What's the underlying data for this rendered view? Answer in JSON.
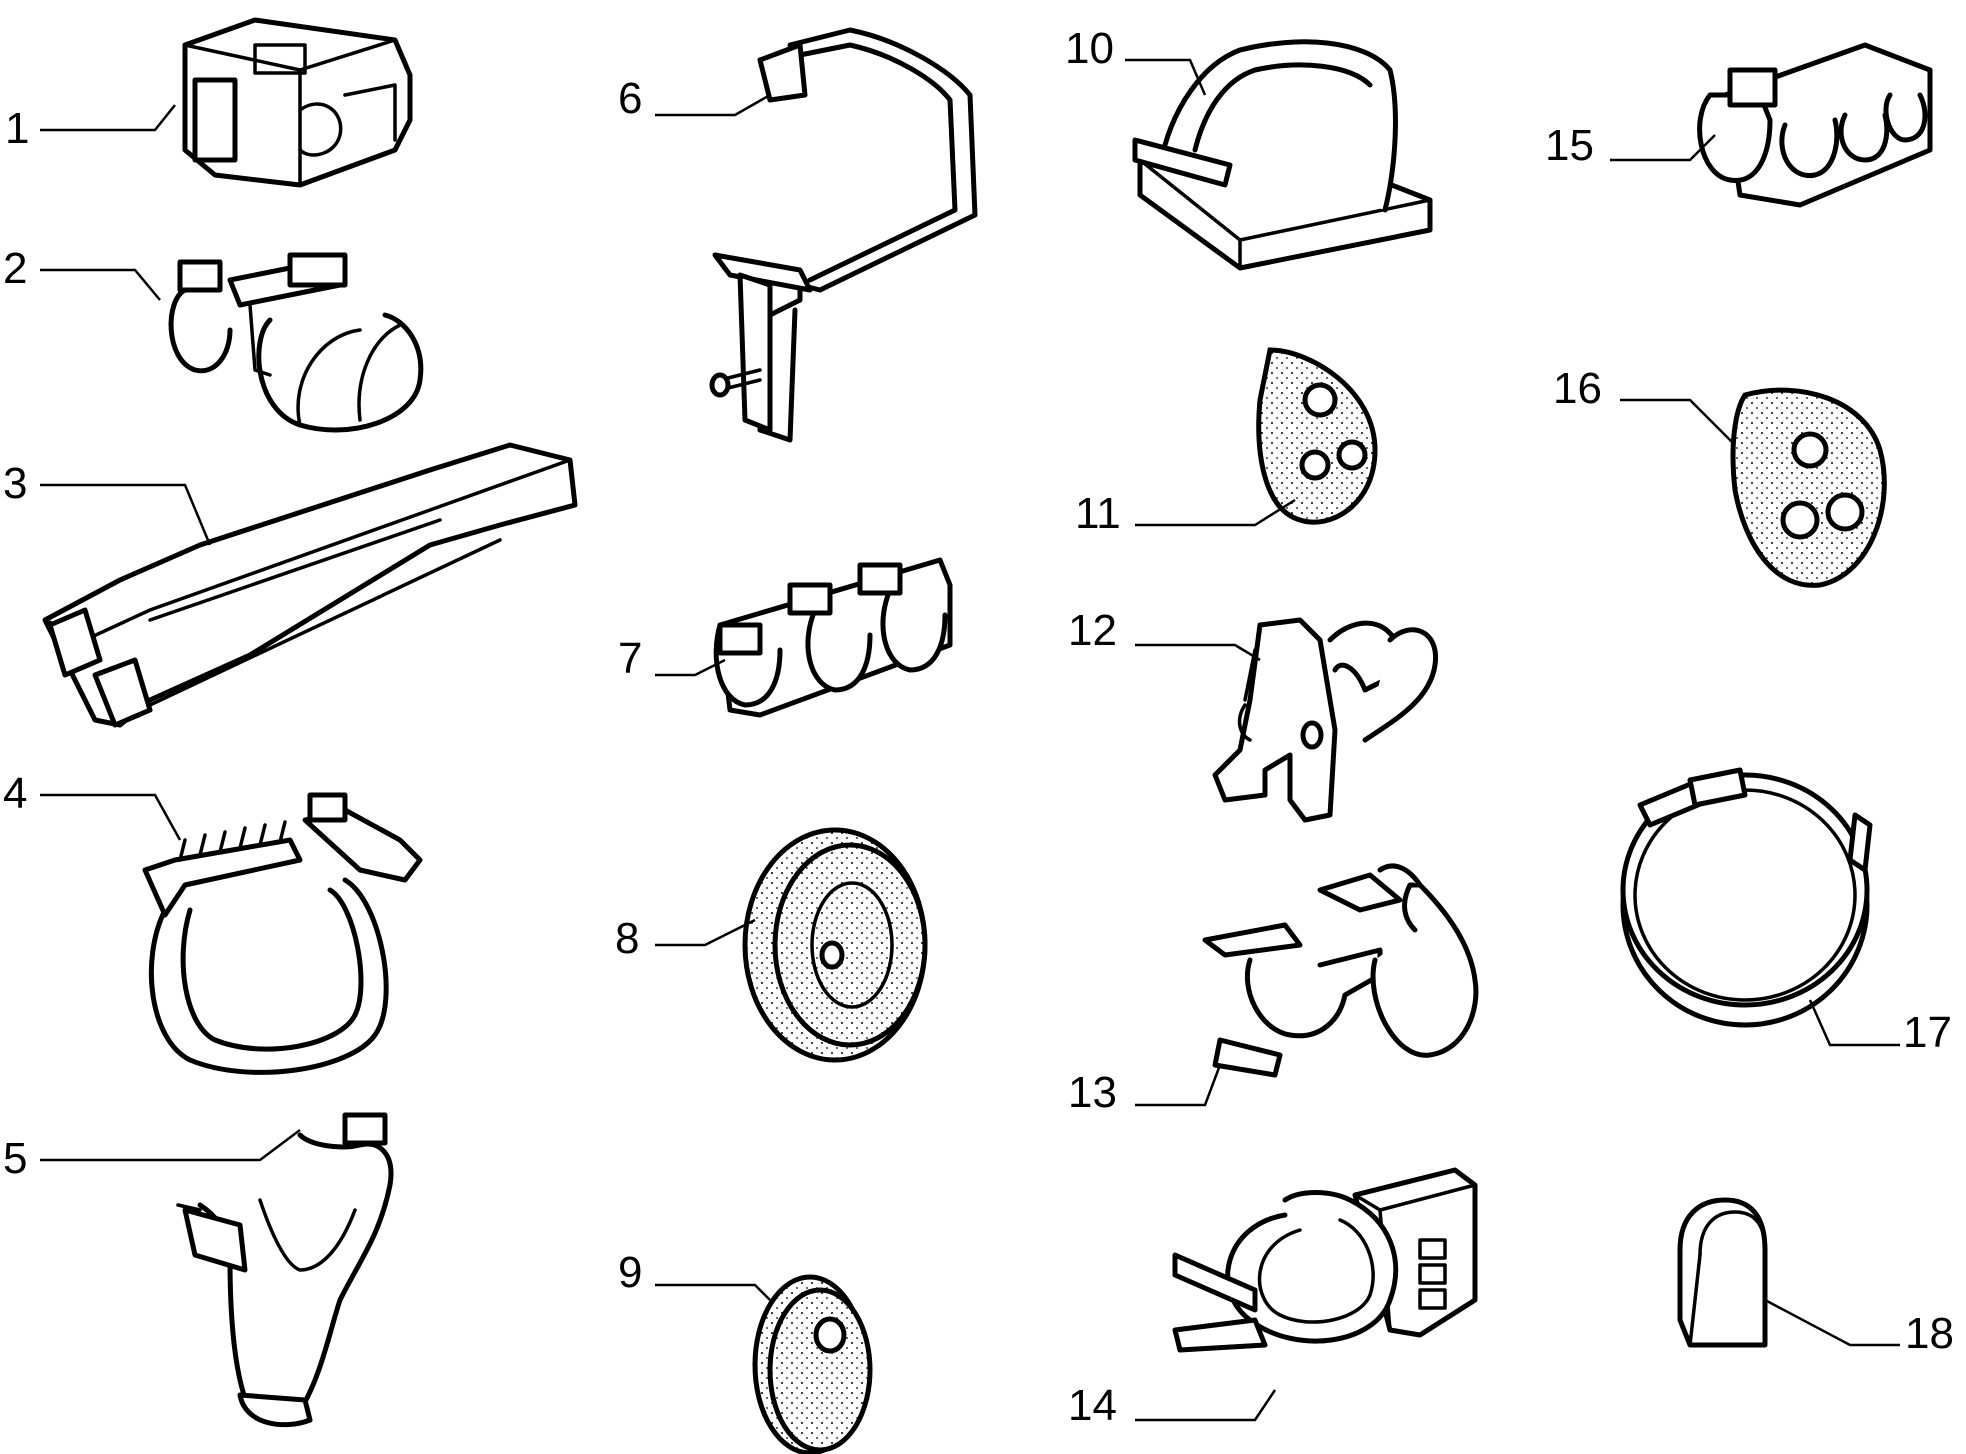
{
  "diagram": {
    "callouts": [
      {
        "id": 1,
        "label": "1"
      },
      {
        "id": 2,
        "label": "2"
      },
      {
        "id": 3,
        "label": "3"
      },
      {
        "id": 4,
        "label": "4"
      },
      {
        "id": 5,
        "label": "5"
      },
      {
        "id": 6,
        "label": "6"
      },
      {
        "id": 7,
        "label": "7"
      },
      {
        "id": 8,
        "label": "8"
      },
      {
        "id": 9,
        "label": "9"
      },
      {
        "id": 10,
        "label": "10"
      },
      {
        "id": 11,
        "label": "11"
      },
      {
        "id": 12,
        "label": "12"
      },
      {
        "id": 13,
        "label": "13"
      },
      {
        "id": 14,
        "label": "14"
      },
      {
        "id": 15,
        "label": "15"
      },
      {
        "id": 16,
        "label": "16"
      },
      {
        "id": 17,
        "label": "17"
      },
      {
        "id": 18,
        "label": "18"
      }
    ],
    "line_color": "#000000",
    "background": "#ffffff"
  }
}
